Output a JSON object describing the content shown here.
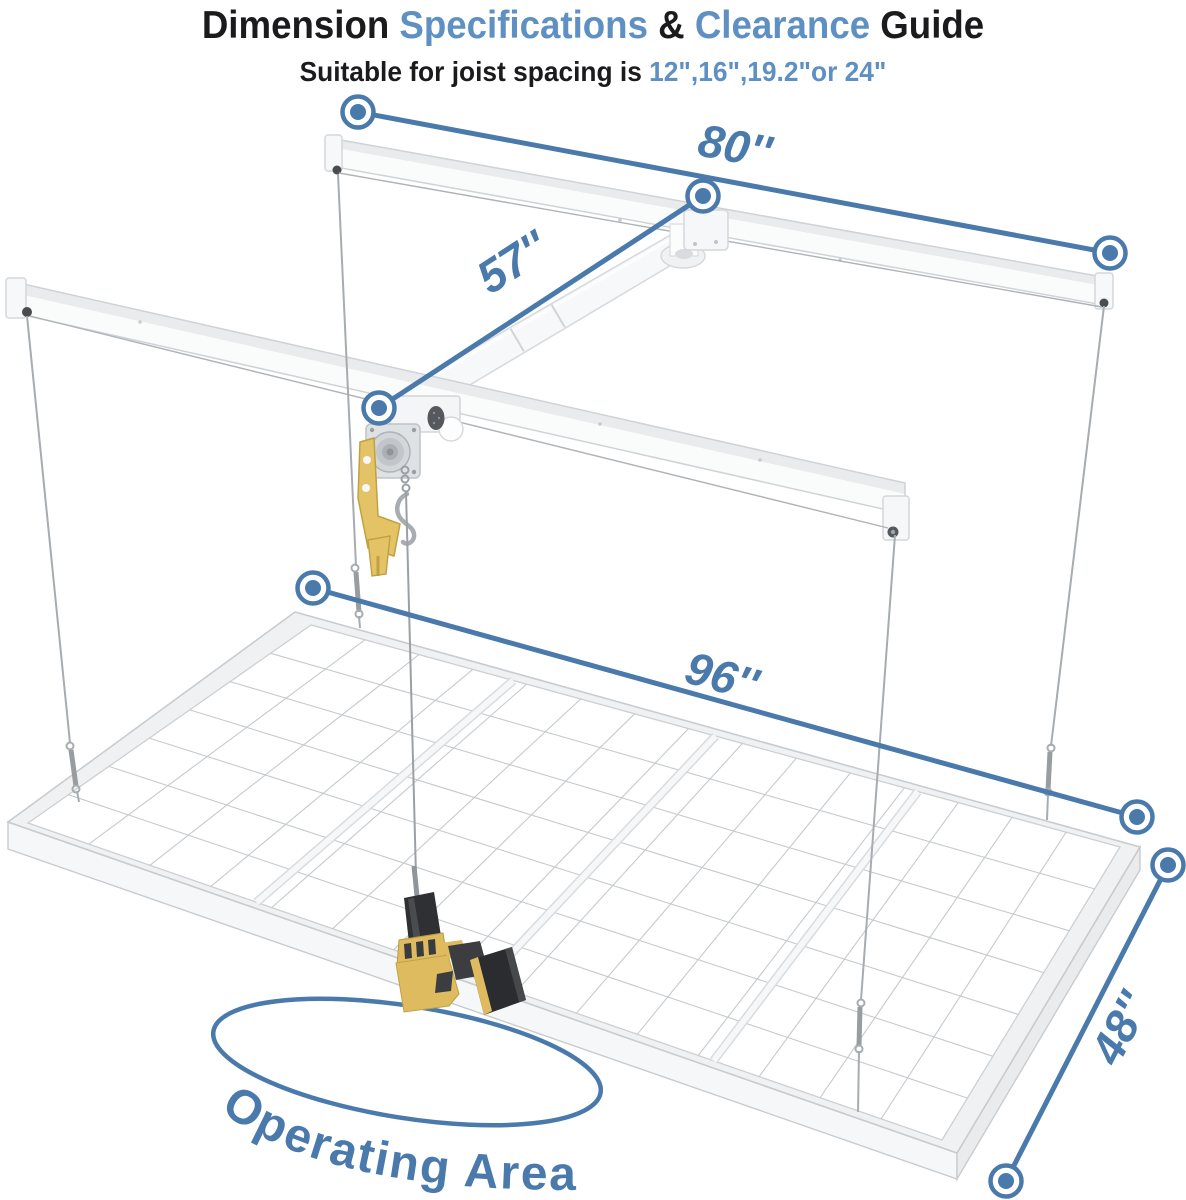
{
  "header": {
    "title": {
      "t1": "Dimension ",
      "t2": "Specifications",
      "t3": " & ",
      "t4": "Clearance",
      "t5": " Guide"
    },
    "subtitle": {
      "prefix": "Suitable for joist spacing is ",
      "values": "12\",16\",19.2\"or 24\""
    }
  },
  "diagram": {
    "dimensions": {
      "top_rail": "80''",
      "crossbar": "57''",
      "platform_length": "96''",
      "platform_depth": "48''"
    },
    "operating_area_label": "Operating Area",
    "colors": {
      "dimension_blue": "#4a7aab",
      "title_blue": "#5e90c3",
      "structure_white": "#f8f9fa",
      "drill_yellow": "#ddbb5e"
    }
  }
}
